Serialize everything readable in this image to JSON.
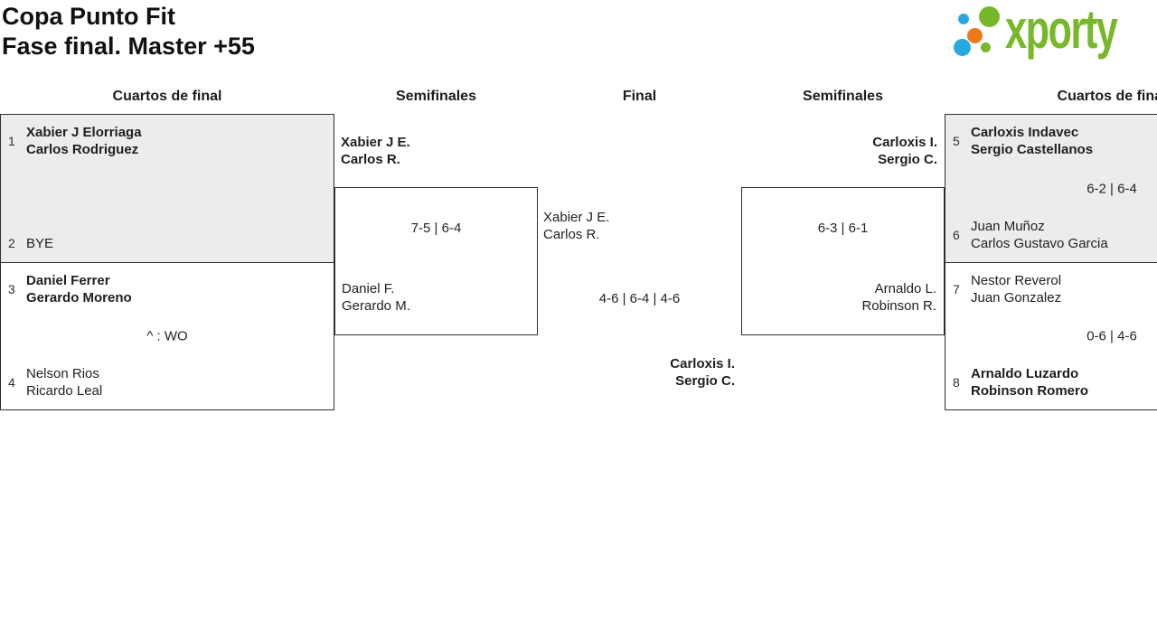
{
  "header": {
    "title_line1": "Copa Punto Fit",
    "title_line2": "Fase final. Master +55"
  },
  "logo": {
    "text": "xporty",
    "green": "#76b82a",
    "blue": "#29a9e0",
    "orange": "#ed7a17"
  },
  "round_labels": {
    "qf_left": "Cuartos de final",
    "sf_left": "Semifinales",
    "final": "Final",
    "sf_right": "Semifinales",
    "qf_right": "Cuartos de final"
  },
  "matches": {
    "qf1": {
      "seed_top": "1",
      "top1": "Xabier J Elorriaga",
      "top2": "Carlos Rodriguez",
      "score": "",
      "seed_bottom": "2",
      "bot1": "BYE",
      "bot2": ""
    },
    "qf2": {
      "seed_top": "3",
      "top1": "Daniel Ferrer",
      "top2": "Gerardo Moreno",
      "score": "^ : WO",
      "seed_bottom": "4",
      "bot1": "Nelson Rios",
      "bot2": "Ricardo Leal"
    },
    "sf_left": {
      "winner1": "Xabier J E.",
      "winner2": "Carlos R.",
      "score": "7-5 | 6-4",
      "loser1": "Daniel F.",
      "loser2": "Gerardo M."
    },
    "final": {
      "top1": "Xabier J E.",
      "top2": "Carlos R.",
      "score": "4-6 | 6-4 | 4-6",
      "bottom1": "Carloxis I.",
      "bottom2": "Sergio C."
    },
    "sf_right": {
      "winner1": "Carloxis I.",
      "winner2": "Sergio C.",
      "score": "6-3 | 6-1",
      "loser1": "Arnaldo L.",
      "loser2": "Robinson R."
    },
    "qf3": {
      "seed_top": "5",
      "top1": "Carloxis Indavec",
      "top2": "Sergio Castellanos",
      "score": "6-2 | 6-4",
      "seed_bottom": "6",
      "bot1": "Juan Muñoz",
      "bot2": "Carlos Gustavo Garcia"
    },
    "qf4": {
      "seed_top": "7",
      "top1": "Nestor Reverol",
      "top2": "Juan Gonzalez",
      "score": "0-6 | 4-6",
      "seed_bottom": "8",
      "bot1": "Arnaldo Luzardo",
      "bot2": "Robinson Romero"
    }
  }
}
